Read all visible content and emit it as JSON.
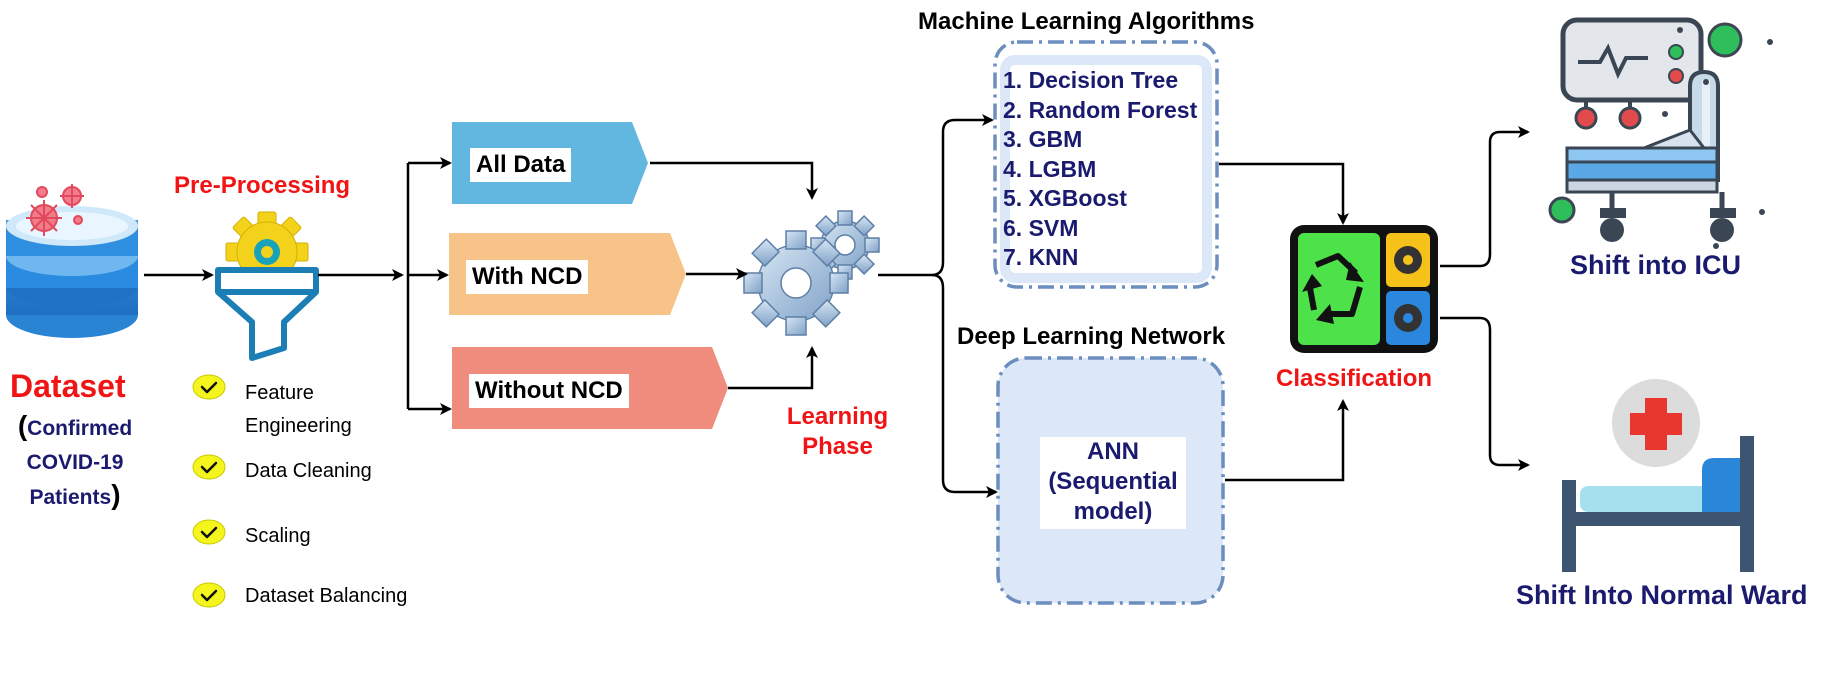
{
  "dataset": {
    "title": "Dataset",
    "paren_open": "(",
    "line1": "Confirmed",
    "line2": "COVID-19",
    "line3": "Patients",
    "paren_close": ")"
  },
  "preprocessing": {
    "title": "Pre-Processing",
    "steps": [
      "Feature",
      "Engineering",
      "Data Cleaning",
      "Scaling",
      "Dataset Balancing"
    ]
  },
  "data_splits": [
    "All Data",
    "With NCD",
    "Without NCD"
  ],
  "learning_phase": {
    "line1": "Learning",
    "line2": "Phase"
  },
  "ml": {
    "title": "Machine Learning Algorithms",
    "items": [
      "1. Decision Tree",
      "2. Random Forest",
      "3. GBM",
      "4. LGBM",
      "5. XGBoost",
      "6. SVM",
      "7. KNN"
    ]
  },
  "dl": {
    "title": "Deep Learning Network",
    "model_line1": "ANN",
    "model_line2": "(Sequential",
    "model_line3": "model)"
  },
  "classification": {
    "title": "Classification"
  },
  "outcomes": {
    "icu": "Shift into ICU",
    "ward": "Shift Into Normal Ward"
  },
  "colors": {
    "all_data": "#62b7e0",
    "with_ncd": "#f7c388",
    "without_ncd": "#f08c7e",
    "panel_fill": "#dce8f8",
    "panel_border": "#6c8ebf",
    "highlight": "#f01414",
    "navy": "#1a1a6e"
  },
  "icons": [
    "database-icon",
    "virus-icon",
    "gear-icon",
    "funnel-icon",
    "check-icon",
    "cogs-icon",
    "recycle-icon",
    "icu-bed-icon",
    "hospital-bed-icon",
    "medical-cross-icon"
  ]
}
